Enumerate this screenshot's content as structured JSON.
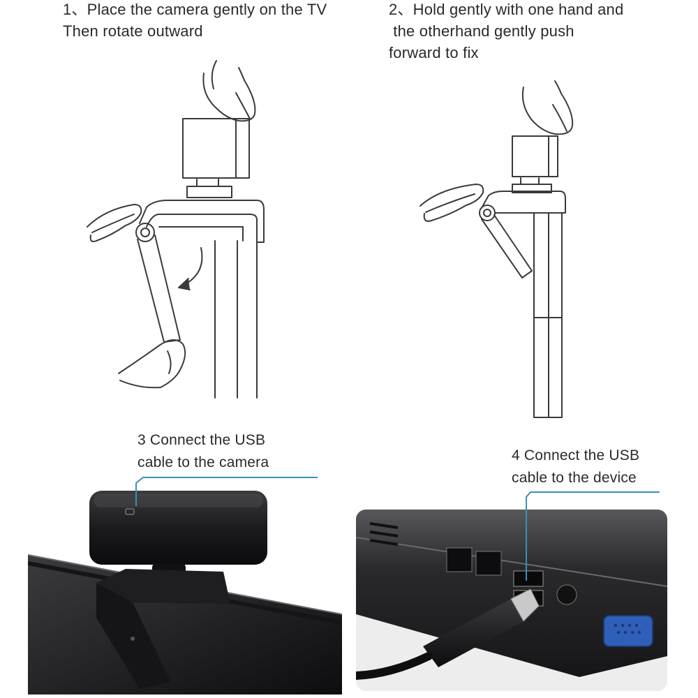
{
  "steps": [
    {
      "number_text": "1、",
      "lines": [
        "1、Place the camera gently on the TV",
        "Then rotate outward"
      ]
    },
    {
      "number_text": "2、",
      "lines": [
        "2、Hold gently with one hand and",
        " the otherhand gently push",
        "forward to fix"
      ]
    },
    {
      "lines": [
        "3 Connect the USB",
        "cable to the camera"
      ]
    },
    {
      "lines": [
        "4 Connect the USB",
        "cable to the device"
      ]
    }
  ],
  "colors": {
    "line_art": "#3a3a3a",
    "callout": "#3b8fb5",
    "camera_body": "#1b1b1e",
    "laptop_body": "#2a2a2d",
    "vga_port": "#2f5fb8"
  },
  "icons": {
    "rotate_arrow": "curved-arrow-icon"
  }
}
